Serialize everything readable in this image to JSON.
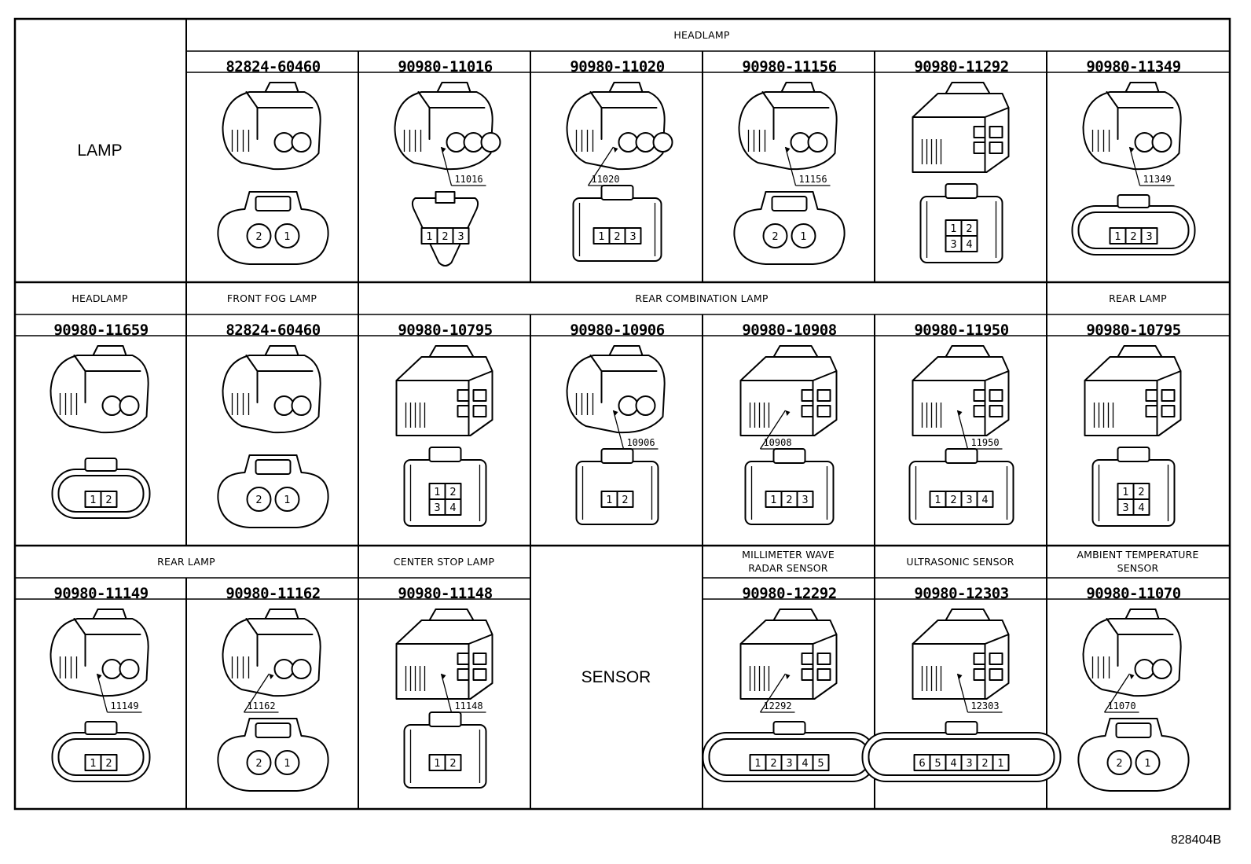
{
  "title_left": "LAMP",
  "sensor_label": "SENSOR",
  "drawing_ref": "828404B",
  "categories": {
    "headlamp": "HEADLAMP",
    "front_fog_lamp": "FRONT FOG LAMP",
    "rear_combination_lamp": "REAR COMBINATION LAMP",
    "rear_lamp": "REAR LAMP",
    "center_stop_lamp": "CENTER STOP LAMP",
    "millimeter_wave_l1": "MILLIMETER WAVE",
    "millimeter_wave_l2": "RADAR SENSOR",
    "ultrasonic_sensor": "ULTRASONIC SENSOR",
    "ambient_l1": "AMBIENT TEMPERATURE",
    "ambient_l2": "SENSOR"
  },
  "connectors": [
    {
      "part": "82824-60460",
      "pins": [
        "2",
        "1"
      ]
    },
    {
      "part": "90980-11016",
      "callout": "11016",
      "pins": [
        "1",
        "2",
        "3"
      ]
    },
    {
      "part": "90980-11020",
      "callout": "11020",
      "pins": [
        "1",
        "2",
        "3"
      ]
    },
    {
      "part": "90980-11156",
      "callout": "11156",
      "pins": [
        "2",
        "1"
      ]
    },
    {
      "part": "90980-11292",
      "pins": [
        "1",
        "2",
        "3",
        "4"
      ]
    },
    {
      "part": "90980-11349",
      "callout": "11349",
      "pins": [
        "1",
        "2",
        "3"
      ]
    },
    {
      "part": "90980-11659",
      "pins": [
        "1",
        "2"
      ]
    },
    {
      "part": "82824-60460",
      "pins": [
        "2",
        "1"
      ]
    },
    {
      "part": "90980-10795",
      "pins": [
        "1",
        "2",
        "3",
        "4"
      ]
    },
    {
      "part": "90980-10906",
      "callout": "10906",
      "pins": [
        "1",
        "2"
      ]
    },
    {
      "part": "90980-10908",
      "callout": "10908",
      "pins": [
        "1",
        "2",
        "3"
      ]
    },
    {
      "part": "90980-11950",
      "callout": "11950",
      "pins": [
        "1",
        "2",
        "3",
        "4"
      ]
    },
    {
      "part": "90980-10795",
      "pins": [
        "1",
        "2",
        "3",
        "4"
      ]
    },
    {
      "part": "90980-11149",
      "callout": "11149",
      "pins": [
        "1",
        "2"
      ]
    },
    {
      "part": "90980-11162",
      "callout": "11162",
      "pins": [
        "2",
        "1"
      ]
    },
    {
      "part": "90980-11148",
      "callout": "11148",
      "pins": [
        "1",
        "2"
      ]
    },
    {
      "part": "90980-12292",
      "callout": "12292",
      "pins": [
        "1",
        "2",
        "3",
        "4",
        "5"
      ]
    },
    {
      "part": "90980-12303",
      "callout": "12303",
      "pins": [
        "6",
        "5",
        "4",
        "3",
        "2",
        "1"
      ]
    },
    {
      "part": "90980-11070",
      "callout": "11070",
      "pins": [
        "2",
        "1"
      ]
    }
  ]
}
